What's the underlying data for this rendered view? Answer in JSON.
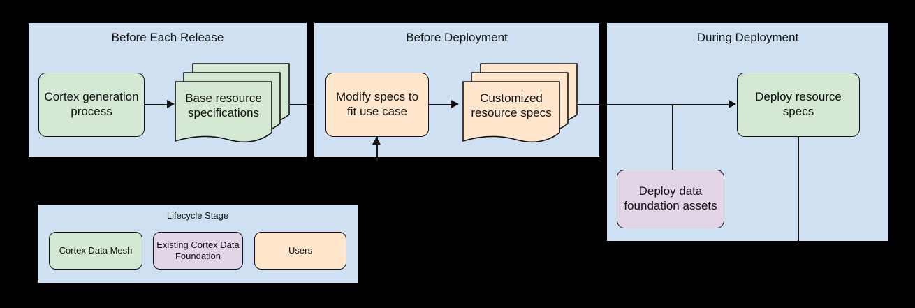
{
  "diagram": {
    "background_color": "#000000",
    "panel_fill": "#cfe0f3",
    "stroke_color": "#14100f",
    "colors": {
      "cortex_data_mesh": "#d5e8d4",
      "existing_cortex_data_foundation": "#e1d5e7",
      "users": "#ffe6cc"
    },
    "panels": [
      {
        "title": "Before Each Release"
      },
      {
        "title": "Before Deployment"
      },
      {
        "title": "During Deployment"
      }
    ],
    "nodes": {
      "cortex_generation_process": "Cortex generation process",
      "base_resource_specifications": "Base resource specifications",
      "modify_specs": "Modify specs to fit use case",
      "customized_resource_specs": "Customized resource specs",
      "deploy_resource_specs": "Deploy resource specs",
      "deploy_data_foundation_assets": "Deploy data foundation assets"
    }
  },
  "legend": {
    "title": "Lifecycle Stage",
    "items": [
      {
        "label": "Cortex Data Mesh",
        "color": "#d5e8d4"
      },
      {
        "label": "Existing Cortex Data Foundation",
        "color": "#e1d5e7"
      },
      {
        "label": "Users",
        "color": "#ffe6cc"
      }
    ]
  }
}
